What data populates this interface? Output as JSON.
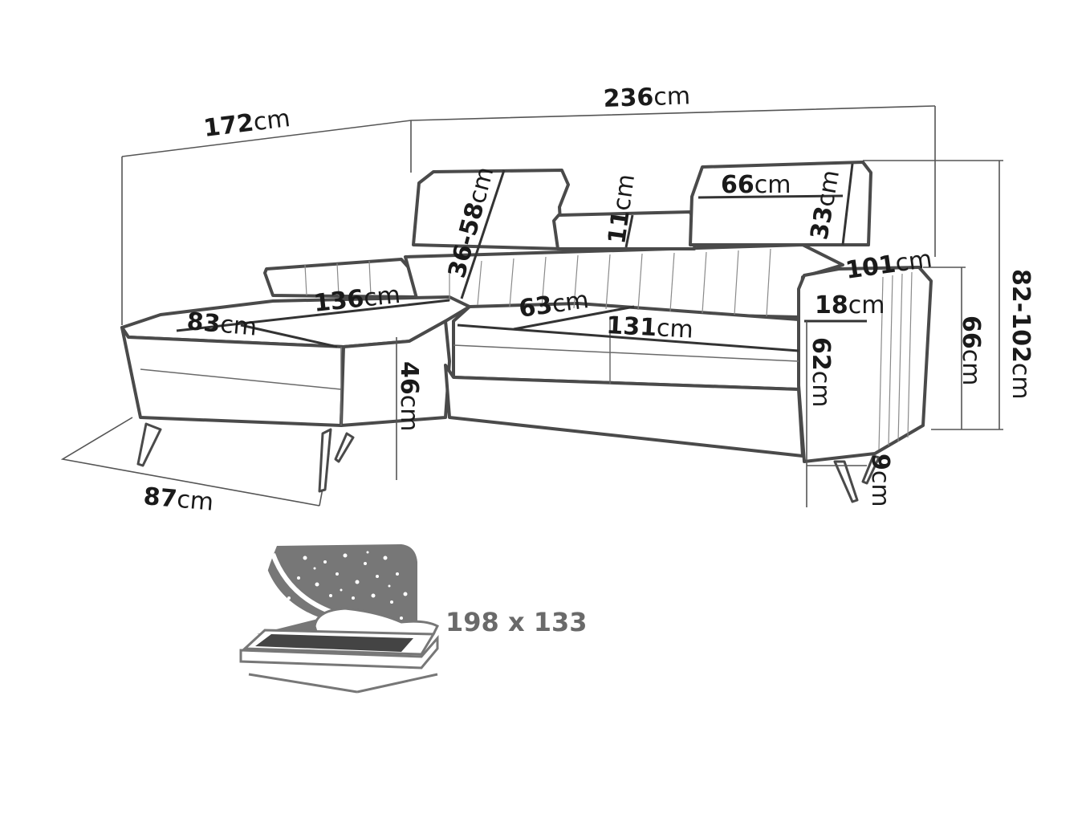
{
  "unit": "cm",
  "dimensions": {
    "width_total": "236",
    "chaise_length": "172",
    "depth": "87",
    "height_range": "82-102",
    "arm_height": "66",
    "arm_depth": "101",
    "arm_width": "18",
    "seat_height_side": "62",
    "seat_height": "46",
    "leg_height": "9",
    "headrest_height": "33",
    "headrest_width": "66",
    "headrest_gap": "11",
    "headrest_adjust": "36-58",
    "chaise_seat_length": "136",
    "chaise_seat_width": "83",
    "seat_depth": "63",
    "seat_width": "131"
  },
  "bed": {
    "size": "198 x 133"
  },
  "colors": {
    "outline": "#4a4a4a",
    "text": "#1a1a1a",
    "bed_icon": "#6a6a6a"
  }
}
